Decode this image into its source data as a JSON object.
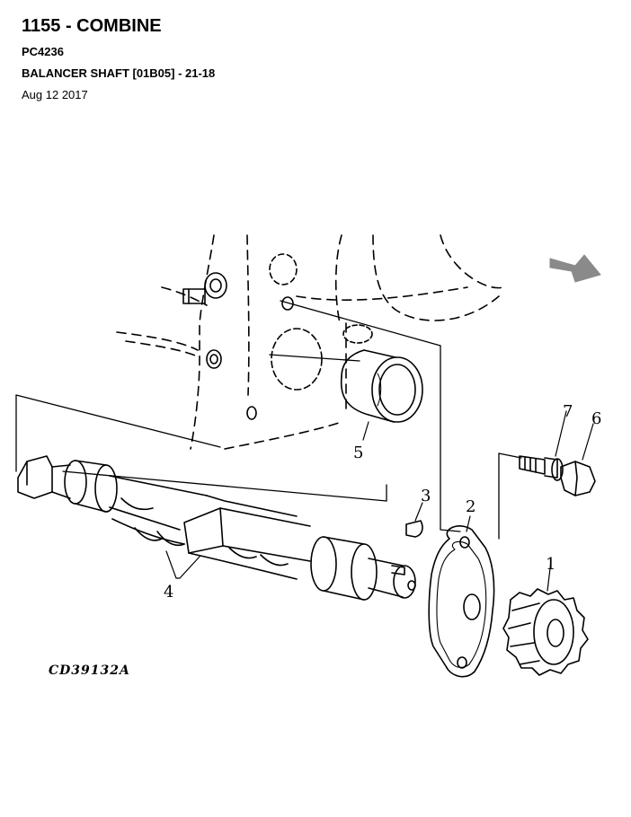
{
  "header": {
    "title": "1155 - COMBINE",
    "model": "PC4236",
    "section": "BALANCER SHAFT [01B05] - 21-18",
    "date": "Aug 12 2017"
  },
  "diagram": {
    "callouts": {
      "p1": "1",
      "p2": "2",
      "p3": "3",
      "p4": "4",
      "p5": "5",
      "p6": "6",
      "p7": "7"
    },
    "figure_code": "CD39132A",
    "arrow_color": "#8a8a8a"
  }
}
